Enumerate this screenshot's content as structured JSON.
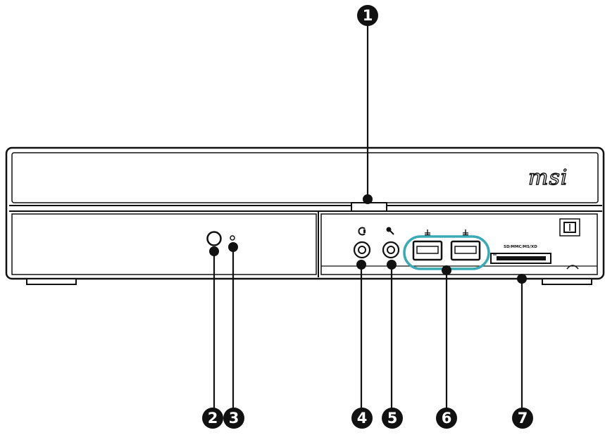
{
  "device": {
    "brand_logo": "msi",
    "card_reader_label": "SD/MMC/MS/XD"
  },
  "callouts": [
    {
      "number": "1"
    },
    {
      "number": "2"
    },
    {
      "number": "3"
    },
    {
      "number": "4"
    },
    {
      "number": "5"
    },
    {
      "number": "6"
    },
    {
      "number": "7"
    }
  ],
  "icons": {
    "headphone": "headphone-icon",
    "microphone": "microphone-icon",
    "usb": "usb-icon"
  },
  "colors": {
    "line": "#111111",
    "usb_highlight": "#3aaab5",
    "callout_fill": "#111111"
  }
}
